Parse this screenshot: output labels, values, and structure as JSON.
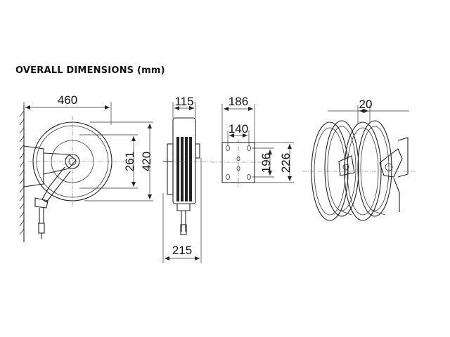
{
  "title": "OVERALL DIMENSIONS (mm)",
  "dimensions": {
    "side_width": "460",
    "side_height": "420",
    "side_hub_height": "261",
    "front_width": "115",
    "front_base": "215",
    "bracket_width": "186",
    "bracket_hole_spacing_x": "140",
    "bracket_hole_spacing_y": "196",
    "bracket_height": "226",
    "multi_spacing": "20"
  }
}
